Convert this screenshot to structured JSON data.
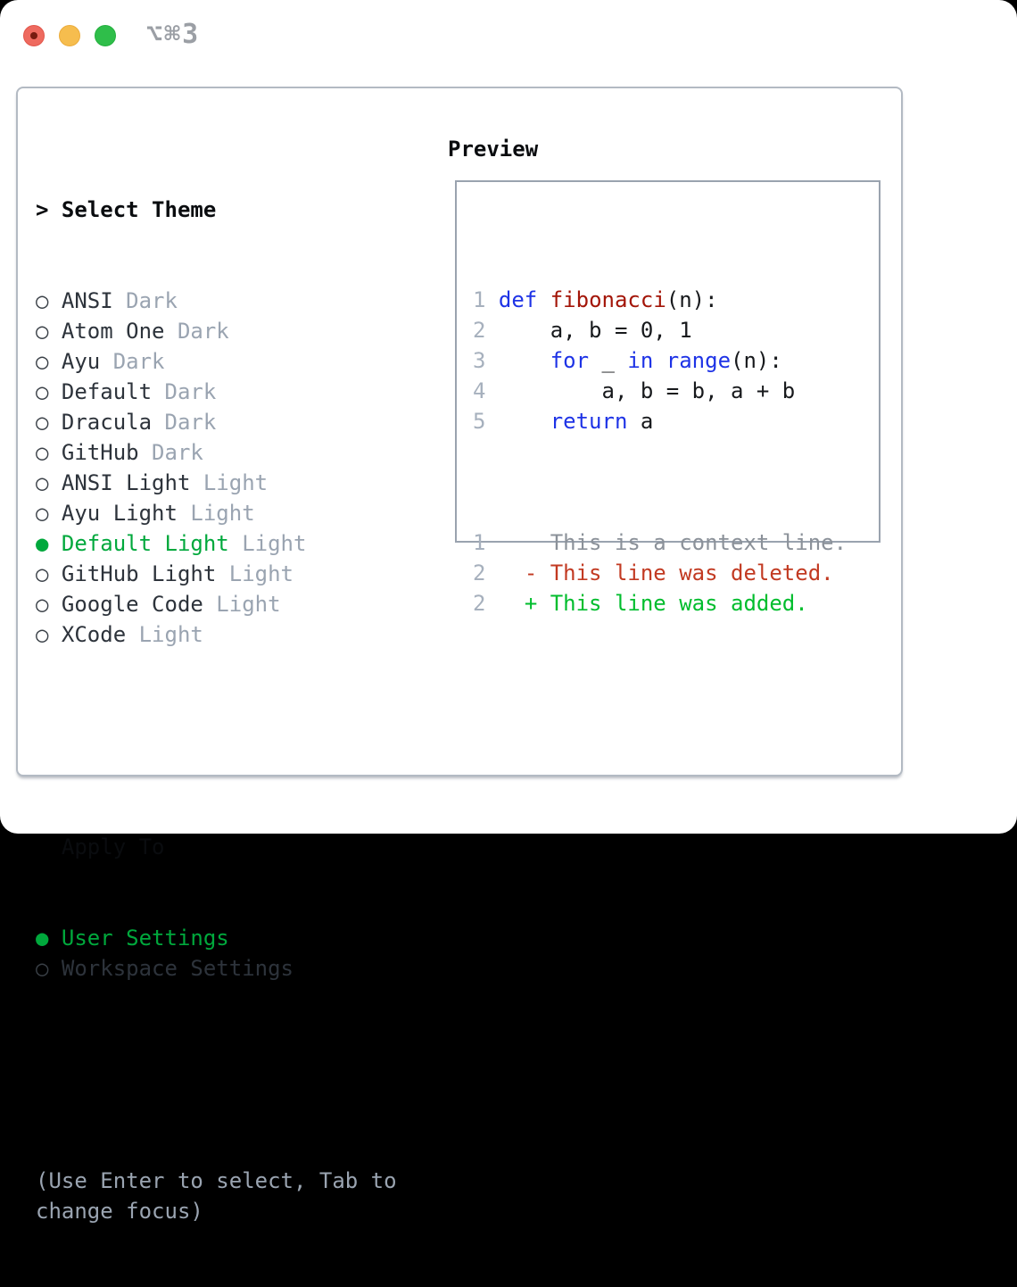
{
  "window": {
    "title": "⌥⌘3"
  },
  "colors": {
    "accent_green": "#00a83c",
    "keyword_blue": "#1e33e6",
    "function_red": "#a31508",
    "deleted_red": "#c23a22",
    "added_green": "#00bd2d",
    "muted_gray": "#9aa4b1",
    "line_number_gray": "#a6b0bd",
    "context_gray": "#8b9199",
    "text_dark": "#2d333b",
    "code_black": "#17191c",
    "border_gray": "#9aa3af"
  },
  "icons": {
    "prompt": ">",
    "radio_selected": "●",
    "radio_unselected": "○"
  },
  "theme_picker": {
    "header": "Select Theme",
    "themes": [
      {
        "name": "ANSI",
        "variant": "Dark",
        "selected": false
      },
      {
        "name": "Atom One",
        "variant": "Dark",
        "selected": false
      },
      {
        "name": "Ayu",
        "variant": "Dark",
        "selected": false
      },
      {
        "name": "Default",
        "variant": "Dark",
        "selected": false
      },
      {
        "name": "Dracula",
        "variant": "Dark",
        "selected": false
      },
      {
        "name": "GitHub",
        "variant": "Dark",
        "selected": false
      },
      {
        "name": "ANSI Light",
        "variant": "Light",
        "selected": false
      },
      {
        "name": "Ayu Light",
        "variant": "Light",
        "selected": false
      },
      {
        "name": "Default Light",
        "variant": "Light",
        "selected": true
      },
      {
        "name": "GitHub Light",
        "variant": "Light",
        "selected": false
      },
      {
        "name": "Google Code",
        "variant": "Light",
        "selected": false
      },
      {
        "name": "XCode",
        "variant": "Light",
        "selected": false
      }
    ],
    "apply_to": {
      "header": "Apply To",
      "options": [
        {
          "name": "User Settings",
          "selected": true
        },
        {
          "name": "Workspace Settings",
          "selected": false
        }
      ]
    },
    "hint_lines": [
      "(Use Enter to select, Tab to",
      "change focus)"
    ]
  },
  "preview": {
    "title": "Preview",
    "code_lines": [
      [
        [
          "1 ",
          "ln"
        ],
        [
          "def",
          "kw"
        ],
        [
          " ",
          "code"
        ],
        [
          "fibonacci",
          "fn"
        ],
        [
          "(n):",
          "code"
        ]
      ],
      [
        [
          "2 ",
          "ln"
        ],
        [
          "    a, b = 0, 1",
          "code"
        ]
      ],
      [
        [
          "3 ",
          "ln"
        ],
        [
          "    ",
          "code"
        ],
        [
          "for",
          "kw"
        ],
        [
          " _ ",
          "code"
        ],
        [
          "in",
          "kw"
        ],
        [
          " ",
          "code"
        ],
        [
          "range",
          "kw"
        ],
        [
          "(n):",
          "code"
        ]
      ],
      [
        [
          "4 ",
          "ln"
        ],
        [
          "        a, b = b, a + b",
          "code"
        ]
      ],
      [
        [
          "5 ",
          "ln"
        ],
        [
          "    ",
          "code"
        ],
        [
          "return",
          "kw"
        ],
        [
          " a",
          "code"
        ]
      ]
    ],
    "diff_lines": [
      [
        [
          "1 ",
          "ln"
        ],
        [
          "    This is a context line.",
          "ctx"
        ]
      ],
      [
        [
          "2 ",
          "ln"
        ],
        [
          "  ",
          "code"
        ],
        [
          "- This line was deleted.",
          "del"
        ]
      ],
      [
        [
          "2 ",
          "ln"
        ],
        [
          "  ",
          "code"
        ],
        [
          "+ This line was added.",
          "add"
        ]
      ]
    ]
  }
}
